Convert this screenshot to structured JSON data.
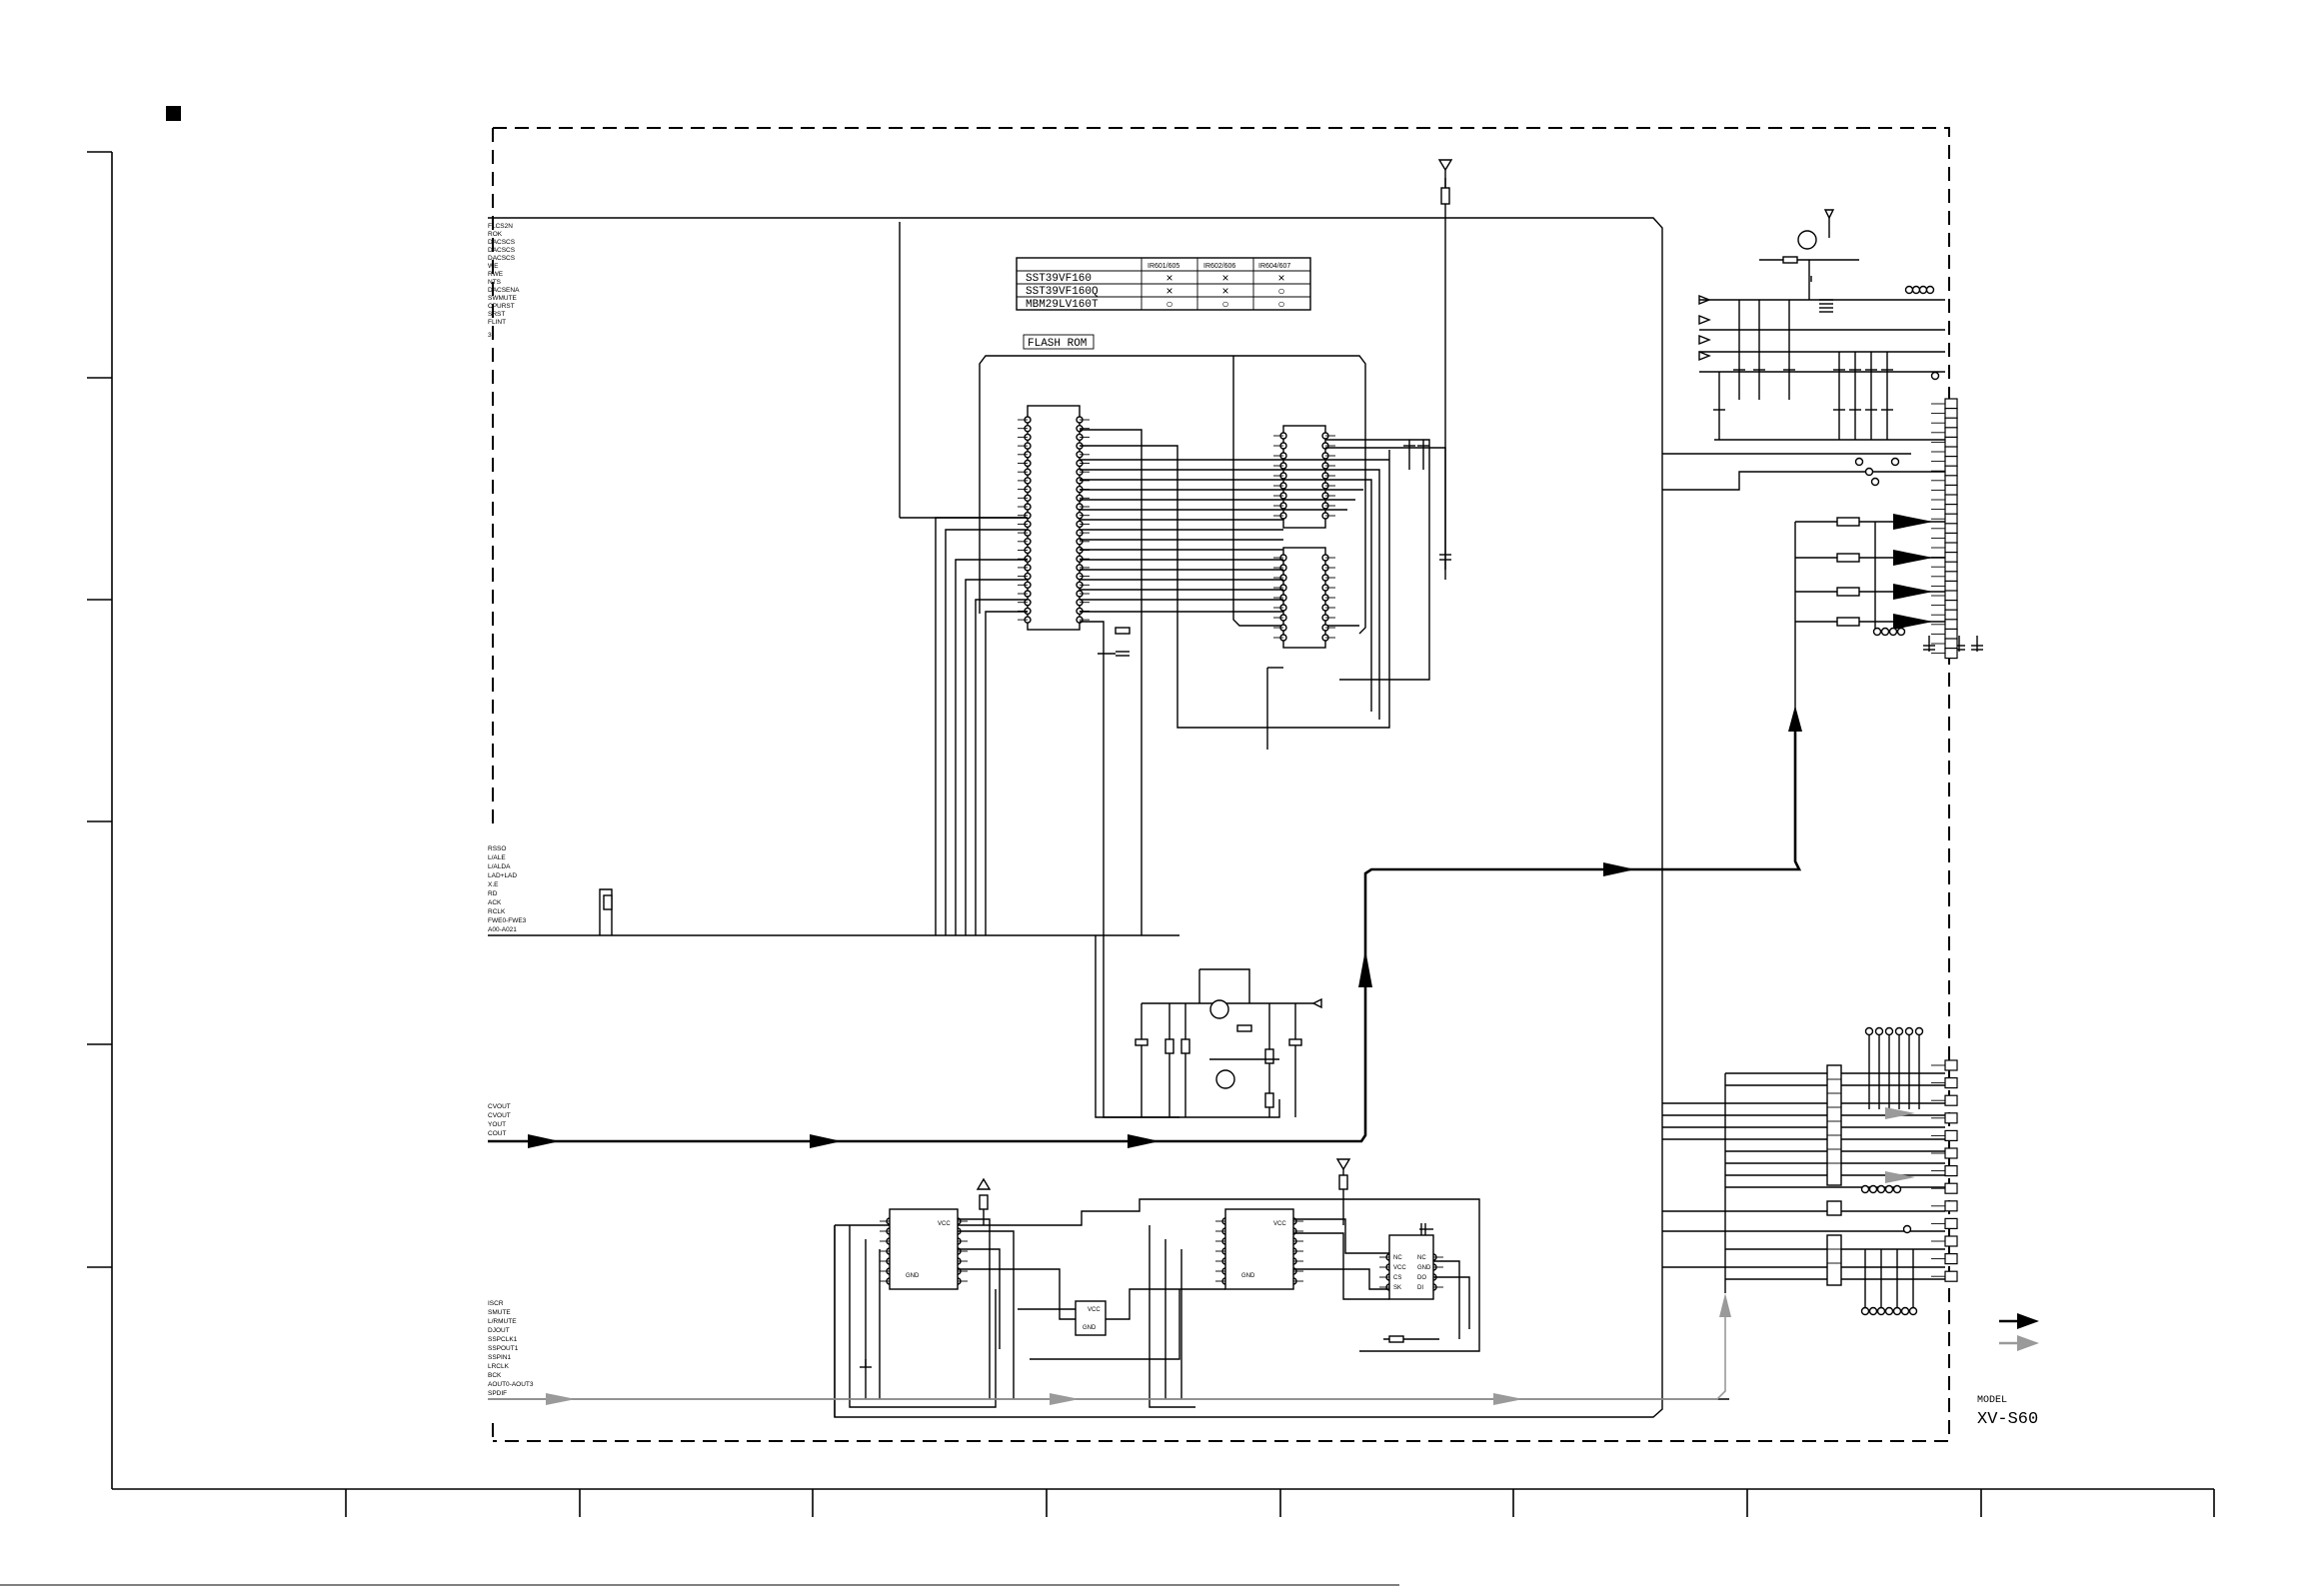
{
  "model": {
    "label": "MODEL",
    "name": "XV-S60"
  },
  "flash_rom_label": "FLASH ROM",
  "rom_table": {
    "headers": [
      "",
      "IR601/605",
      "IR602/606",
      "IR604/607"
    ],
    "rows": [
      {
        "part": "SST39VF160",
        "marks": [
          "×",
          "×",
          "×"
        ]
      },
      {
        "part": "SST39VF160Q",
        "marks": [
          "×",
          "×",
          "○"
        ]
      },
      {
        "part": "MBM29LV160T",
        "marks": [
          "○",
          "○",
          "○"
        ]
      }
    ]
  },
  "left_signals_top": [
    "FLCS2N",
    "ROK",
    "DACSCS",
    "DACSCS",
    "DACSCS",
    "WE",
    "RWE",
    "NTS",
    "DACSENA",
    "SWMUTE",
    "CPURST",
    "SRST",
    "FLINT",
    "3"
  ],
  "left_signals_mid": [
    "RSSO",
    "L/ALE",
    "L/ALDA",
    "LAD+LAD",
    "X.E",
    "RD",
    "ACK",
    "RCLK",
    "FWE0-FWE3",
    "A00-A021"
  ],
  "left_signals_video": [
    "CVOUT",
    "CVOUT",
    "YOUT",
    "COUT"
  ],
  "left_signals_audio": [
    "ISCR",
    "SMUTE",
    "L/RMUTE",
    "DJOUT",
    "SSPCLK1",
    "SSPOUT1",
    "SSPIN1",
    "LRCLK",
    "BCK",
    "AOUT0-AOUT3",
    "SPDIF"
  ],
  "ic_pins": {
    "audio_ic": [
      "VCC",
      "GND"
    ],
    "small_ic": [
      "VCC",
      "GND"
    ],
    "eeprom": [
      "NC",
      "VCC",
      "CS",
      "SK",
      "NC",
      "GND",
      "DO",
      "DI"
    ]
  },
  "colors": {
    "line": "#000000",
    "background": "#ffffff",
    "gray_arrow": "#9a9a9a"
  }
}
